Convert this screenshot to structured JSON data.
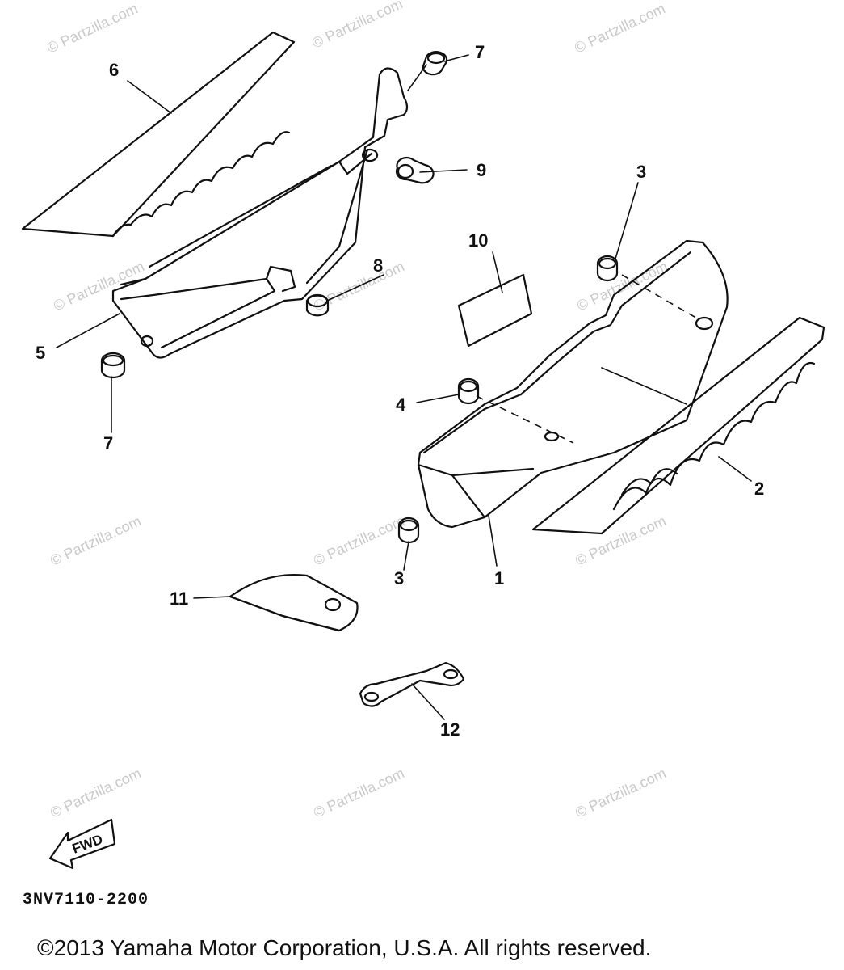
{
  "watermark_text": "© Partzilla.com",
  "part_code": "3NV7110-2200",
  "copyright": "©2013  Yamaha Motor Corporation, U.S.A. All rights reserved.",
  "fwd_label": "FWD",
  "callouts": {
    "c6": "6",
    "c7_top": "7",
    "c9": "9",
    "c8": "8",
    "c5": "5",
    "c7_bottom": "7",
    "c10": "10",
    "c3_top": "3",
    "c4": "4",
    "c2": "2",
    "c3_bottom": "3",
    "c1": "1",
    "c11": "11",
    "c12": "12"
  }
}
